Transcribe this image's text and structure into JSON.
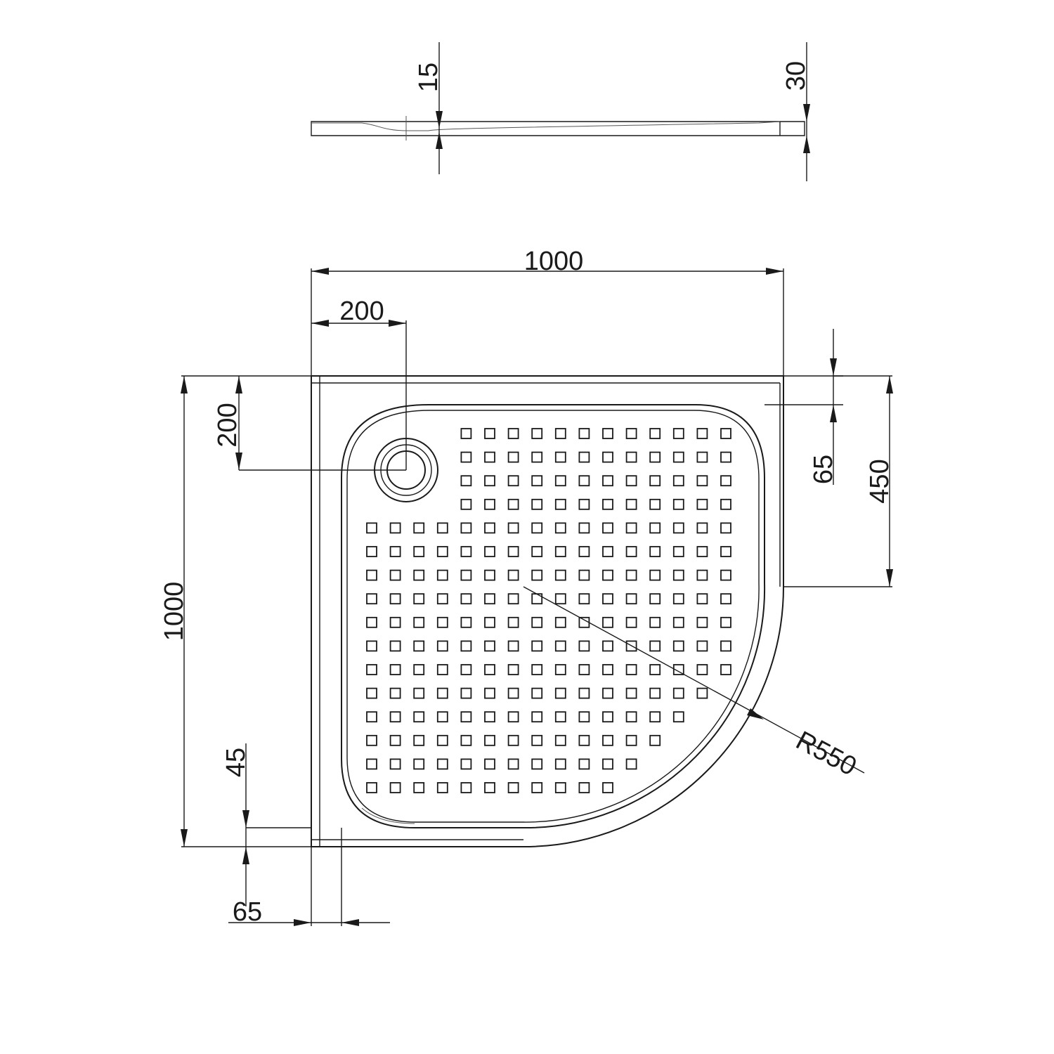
{
  "section_view": {
    "dim_drain_depth": "15",
    "dim_total_height": "30"
  },
  "plan_view": {
    "dim_width": "1000",
    "dim_depth": "1000",
    "dim_drain_offset_x": "200",
    "dim_drain_offset_y": "200",
    "dim_rim_top": "65",
    "dim_straight_side": "450",
    "dim_rim_bottom": "45",
    "dim_rim_left": "65",
    "dim_radius": "R550"
  },
  "colors": {
    "line": "#1a1a1a",
    "background": "#ffffff"
  }
}
